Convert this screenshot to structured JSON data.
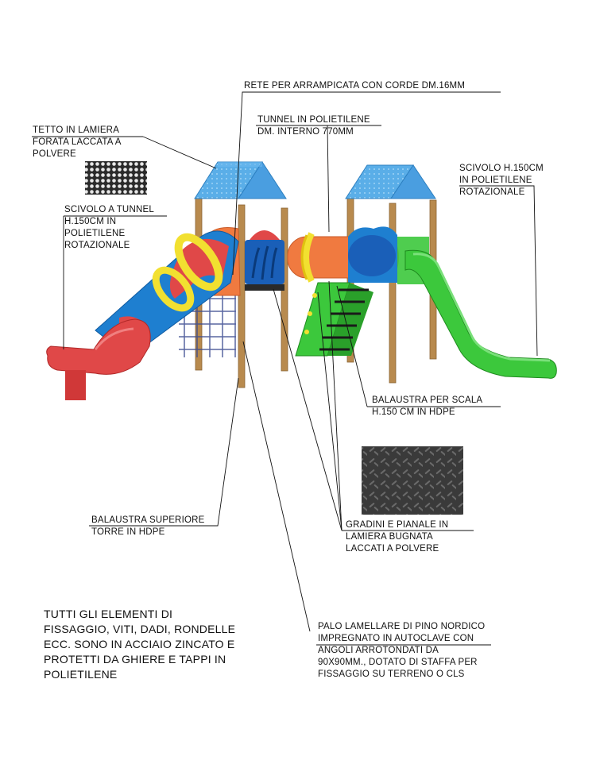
{
  "labels": {
    "rete": [
      "RETE PER ARRAMPICATA CON CORDE DM.16MM"
    ],
    "tetto": [
      "TETTO IN LAMIERA",
      "FORATA LACCATA A",
      "POLVERE"
    ],
    "tunnel_poly": [
      "TUNNEL IN POLIETILENE",
      "DM. INTERNO 770MM"
    ],
    "scivolo_right": [
      "SCIVOLO H.150CM",
      "IN POLIETILENE",
      "ROTAZIONALE"
    ],
    "scivolo_tunnel": [
      "SCIVOLO A TUNNEL",
      "H.150CM IN",
      "POLIETILENE",
      "ROTAZIONALE"
    ],
    "balaustra_scala": [
      "BALAUSTRA PER SCALA",
      "H.150 CM IN HDPE"
    ],
    "balaustra_sup": [
      "BALAUSTRA SUPERIORE",
      "TORRE IN HDPE"
    ],
    "gradini": [
      "GRADINI E PIANALE IN",
      "LAMIERA BUGNATA",
      "LACCATI A POLVERE"
    ],
    "palo": [
      "PALO LAMELLARE DI PINO NORDICO",
      "IMPREGNATO IN AUTOCLAVE CON",
      "ANGOLI ARROTONDATI DA",
      "90X90MM., DOTATO DI STAFFA PER",
      "FISSAGGIO SU TERRENO O CLS"
    ]
  },
  "note": [
    "TUTTI GLI ELEMENTI DI",
    "FISSAGGIO, VITI, DADI, RONDELLE",
    "ECC. SONO IN ACCIAIO ZINCATO E",
    "PROTETTI DA GHIERE E TAPPI IN",
    "POLIETILENE"
  ],
  "colors": {
    "slide_red": "#e04848",
    "tunnel_blue": "#1e7fd0",
    "ring_yellow": "#f2e030",
    "tunnel_orange": "#f07a40",
    "slide_green": "#3cc83c",
    "roof_blue": "#5aaee8",
    "wood": "#b88a4e",
    "panel_blue": "#1a5fb8"
  },
  "icons": [
    "perforated-sheet-swatch",
    "checker-plate-swatch"
  ]
}
